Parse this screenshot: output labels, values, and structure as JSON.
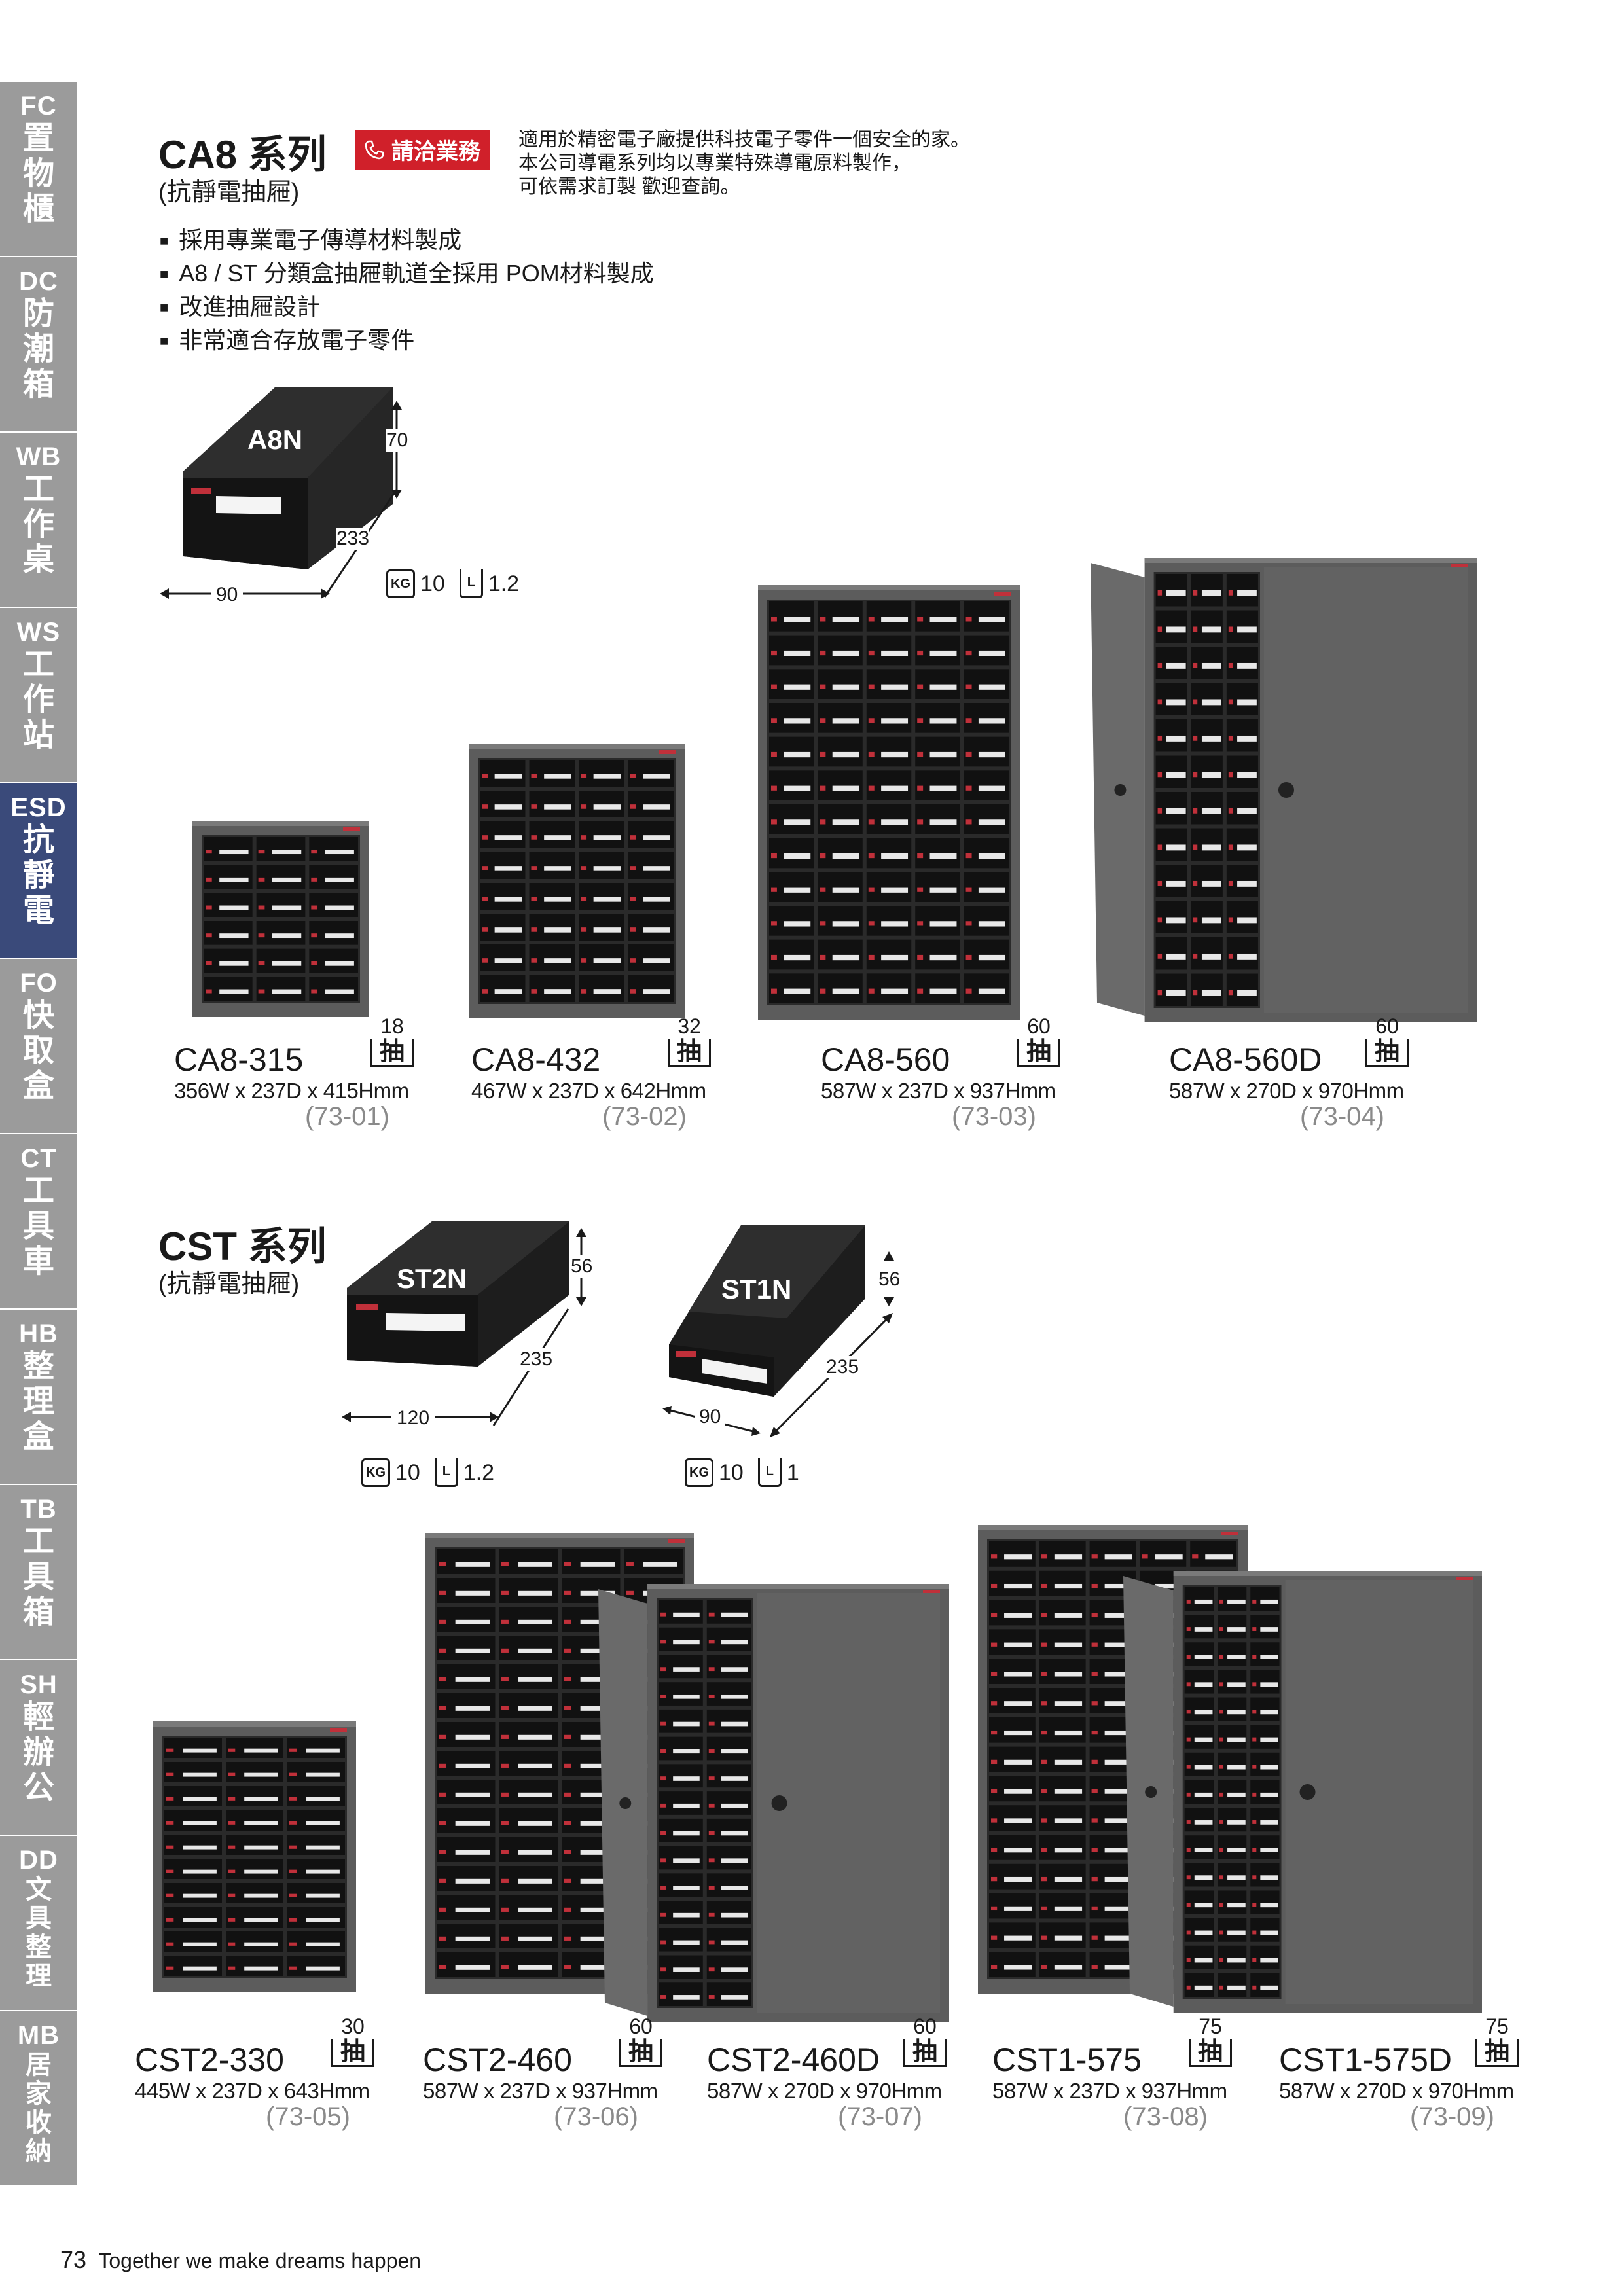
{
  "sidebar": [
    {
      "code": "FC",
      "label": "置物櫃",
      "active": false
    },
    {
      "code": "DC",
      "label": "防潮箱",
      "active": false
    },
    {
      "code": "WB",
      "label": "工作桌",
      "active": false
    },
    {
      "code": "WS",
      "label": "工作站",
      "active": false
    },
    {
      "code": "ESD",
      "label": "抗靜電",
      "active": true
    },
    {
      "code": "FO",
      "label": "快取盒",
      "active": false
    },
    {
      "code": "CT",
      "label": "工具車",
      "active": false
    },
    {
      "code": "HB",
      "label": "整理盒",
      "active": false
    },
    {
      "code": "TB",
      "label": "工具箱",
      "active": false
    },
    {
      "code": "SH",
      "label": "輕辦公",
      "active": false
    },
    {
      "code": "DD",
      "label": "文具整理",
      "active": false
    },
    {
      "code": "MB",
      "label": "居家收納",
      "active": false
    }
  ],
  "ca8": {
    "title": "CA8 系列",
    "subtitle": "(抗靜電抽屜)",
    "contact": "請洽業務",
    "desc": [
      "適用於精密電子廠提供科技電子零件一個安全的家。",
      "本公司導電系列均以專業特殊導電原料製作，",
      "可依需求訂製 歡迎查詢。"
    ],
    "features": [
      "採用專業電子傳導材料製成",
      "A8 / ST 分類盒抽屜軌道全採用 POM材料製成",
      "改進抽屜設計",
      "非常適合存放電子零件"
    ],
    "bin": {
      "name": "A8N",
      "height": "70",
      "depth": "233",
      "width": "90",
      "kg": "10",
      "liters": "1.2"
    }
  },
  "cst": {
    "title": "CST 系列",
    "subtitle": "(抗靜電抽屜)",
    "bins": [
      {
        "name": "ST2N",
        "height": "56",
        "depth": "235",
        "width": "120",
        "kg": "10",
        "liters": "1.2"
      },
      {
        "name": "ST1N",
        "height": "56",
        "depth": "235",
        "width": "90",
        "kg": "10",
        "liters": "1"
      }
    ]
  },
  "icons": {
    "kg": "KG",
    "liter": "L",
    "drawer_unit": "抽"
  },
  "products_row1": [
    {
      "model": "CA8-315",
      "drawers": "18",
      "dims": "356W x 237D x 415Hmm",
      "code": "(73-01)"
    },
    {
      "model": "CA8-432",
      "drawers": "32",
      "dims": "467W x 237D x 642Hmm",
      "code": "(73-02)"
    },
    {
      "model": "CA8-560",
      "drawers": "60",
      "dims": "587W x 237D x 937Hmm",
      "code": "(73-03)"
    },
    {
      "model": "CA8-560D",
      "drawers": "60",
      "dims": "587W x 270D x 970Hmm",
      "code": "(73-04)"
    }
  ],
  "products_row2": [
    {
      "model": "CST2-330",
      "drawers": "30",
      "dims": "445W x 237D x 643Hmm",
      "code": "(73-05)"
    },
    {
      "model": "CST2-460",
      "drawers": "60",
      "dims": "587W x 237D x 937Hmm",
      "code": "(73-06)"
    },
    {
      "model": "CST2-460D",
      "drawers": "60",
      "dims": "587W x 270D x 970Hmm",
      "code": "(73-07)"
    },
    {
      "model": "CST1-575",
      "drawers": "75",
      "dims": "587W x 237D x 937Hmm",
      "code": "(73-08)"
    },
    {
      "model": "CST1-575D",
      "drawers": "75",
      "dims": "587W x 270D x 970Hmm",
      "code": "(73-09)"
    }
  ],
  "footer": {
    "page": "73",
    "slogan": "Together we make dreams happen"
  },
  "colors": {
    "sidebar": "#9b9b9b",
    "sidebar_active": "#3a4a7a",
    "accent_red": "#d0202a",
    "cabinet": "#5a5a5a"
  }
}
